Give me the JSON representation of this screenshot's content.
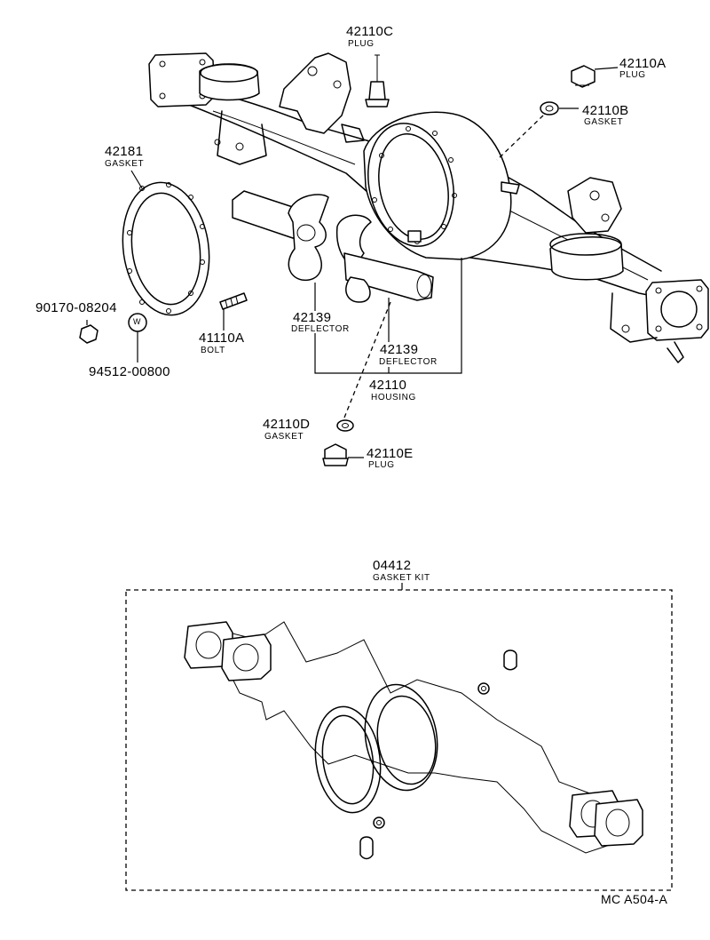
{
  "labels": {
    "p42110c": {
      "num": "42110C",
      "desc": "PLUG"
    },
    "p42110a": {
      "num": "42110A",
      "desc": "PLUG"
    },
    "p42110b": {
      "num": "42110B",
      "desc": "GASKET"
    },
    "p42181": {
      "num": "42181",
      "desc": "GASKET"
    },
    "p90170": {
      "num": "90170-08204"
    },
    "p41110a": {
      "num": "41110A",
      "desc": "BOLT"
    },
    "p94512": {
      "num": "94512-00800"
    },
    "washer_mark": "W",
    "p42139a": {
      "num": "42139",
      "desc": "DEFLECTOR"
    },
    "p42139b": {
      "num": "42139",
      "desc": "DEFLECTOR"
    },
    "p42110": {
      "num": "42110",
      "desc": "HOUSING"
    },
    "p42110d": {
      "num": "42110D",
      "desc": "GASKET"
    },
    "p42110e": {
      "num": "42110E",
      "desc": "PLUG"
    },
    "p04412": {
      "num": "04412",
      "desc": "GASKET KIT"
    }
  },
  "figure_code": "MC A504-A"
}
